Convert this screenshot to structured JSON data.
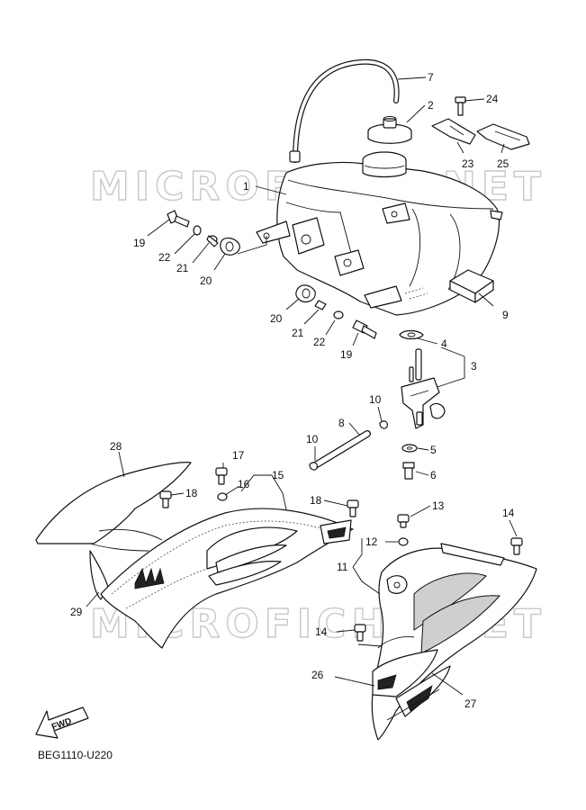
{
  "diagram": {
    "watermark": "MICROFICHE.NET",
    "reference_code": "BEG1110-U220",
    "fwd_label": "FWD",
    "callouts": {
      "c1": "1",
      "c2": "2",
      "c3": "3",
      "c4": "4",
      "c5": "5",
      "c6": "6",
      "c7": "7",
      "c8": "8",
      "c9": "9",
      "c10a": "10",
      "c10b": "10",
      "c11": "11",
      "c12": "12",
      "c13": "13",
      "c14a": "14",
      "c14b": "14",
      "c15": "15",
      "c16": "16",
      "c17": "17",
      "c18a": "18",
      "c18b": "18",
      "c19a": "19",
      "c19b": "19",
      "c20a": "20",
      "c20b": "20",
      "c21a": "21",
      "c21b": "21",
      "c22a": "22",
      "c22b": "22",
      "c23": "23",
      "c24": "24",
      "c25": "25",
      "c26": "26",
      "c27": "27",
      "c28": "28",
      "c29": "29"
    }
  }
}
